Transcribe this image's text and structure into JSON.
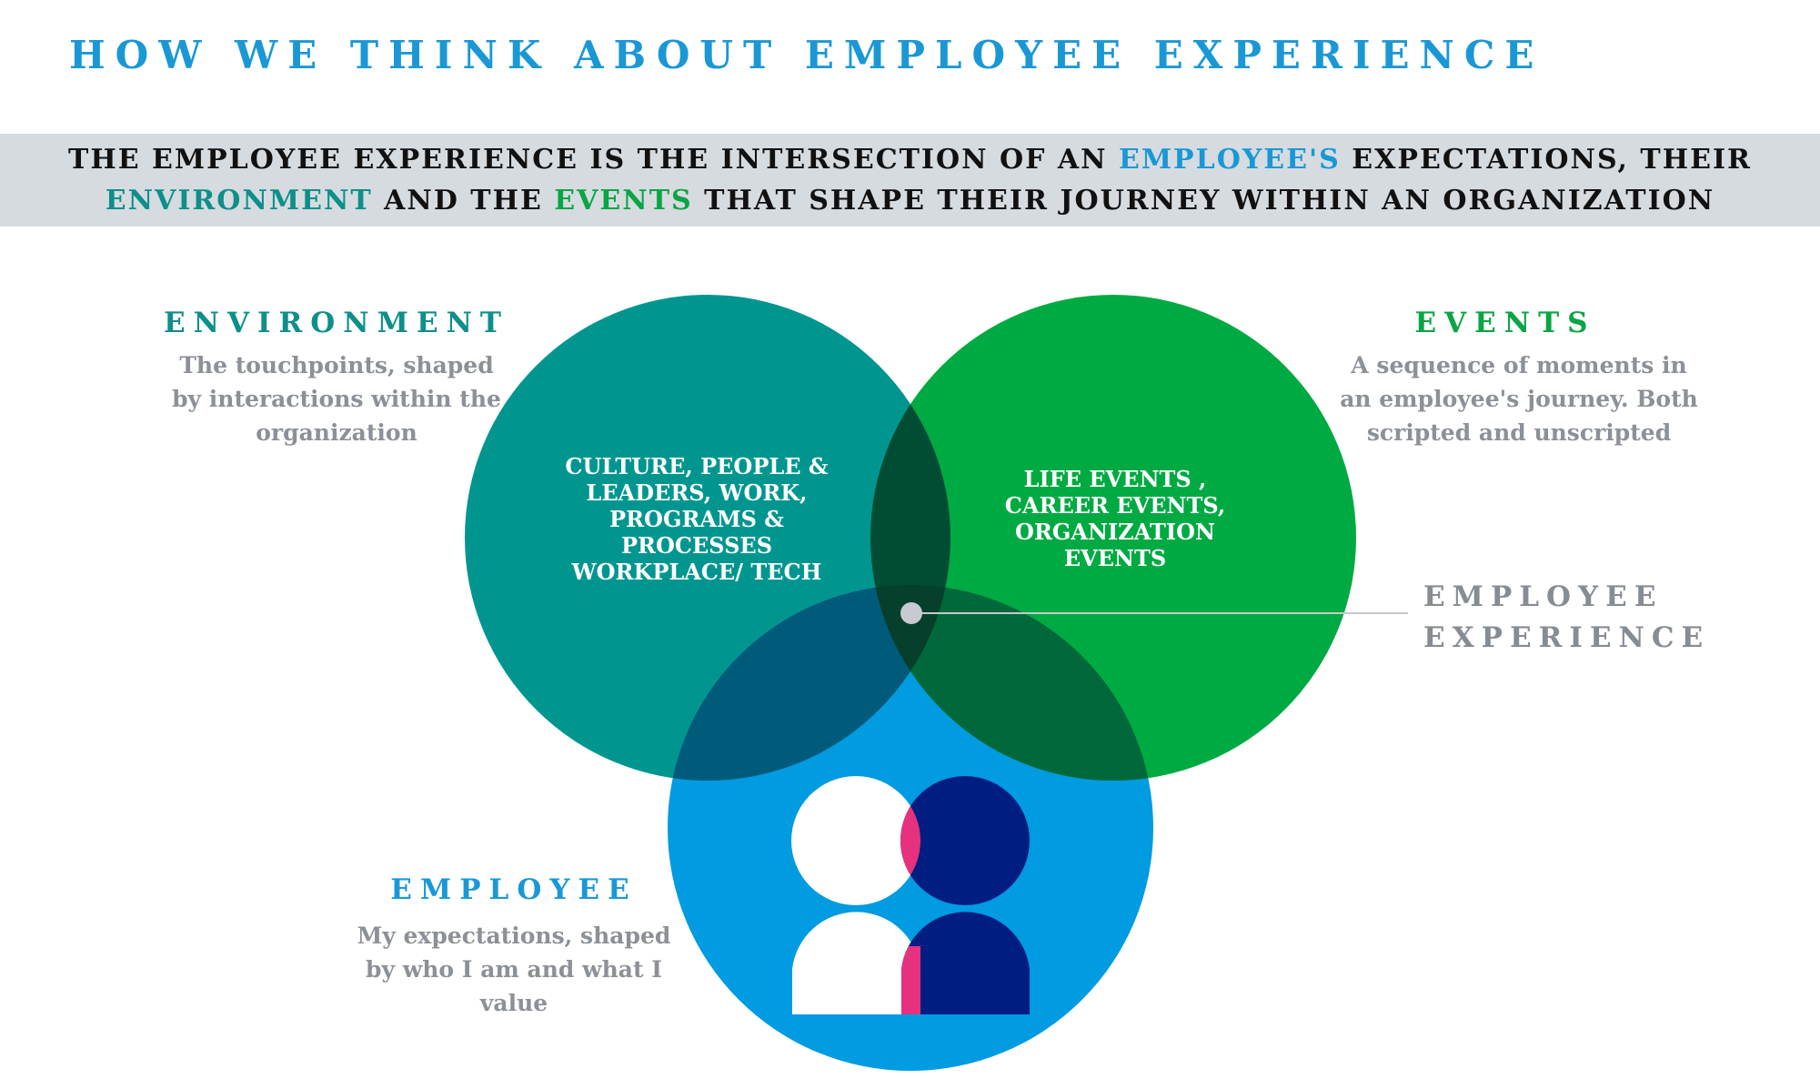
{
  "title": "HOW WE THINK ABOUT EMPLOYEE EXPERIENCE",
  "banner": {
    "line1_a": "THE EMPLOYEE EXPERIENCE IS THE INTERSECTION OF AN ",
    "line1_kw": "EMPLOYEE'S",
    "line1_b": " EXPECTATIONS, THEIR",
    "line2_kw1": "ENVIRONMENT",
    "line2_a": " AND THE ",
    "line2_kw2": "EVENTS",
    "line2_b": " THAT SHAPE THEIR JOURNEY WITHIN AN ORGANIZATION"
  },
  "environment": {
    "heading": "ENVIRONMENT",
    "description": "The touchpoints, shaped by interactions within the organization",
    "circle_text": "CULTURE, PEOPLE & LEADERS, WORK, PROGRAMS & PROCESSES WORKPLACE/ TECH"
  },
  "events": {
    "heading": "EVENTS",
    "description": "A sequence of moments in an employee's journey. Both scripted and unscripted",
    "circle_text": "LIFE EVENTS , CAREER EVENTS, ORGANIZATION EVENTS"
  },
  "employee": {
    "heading": "EMPLOYEE",
    "description": "My expectations, shaped by who I am and what I value"
  },
  "callout": {
    "line1": "EMPLOYEE",
    "line2": "EXPERIENCE"
  },
  "colors": {
    "environment": "#00968f",
    "events": "#00aa42",
    "employee": "#009be0",
    "env_emp_overlap": "#005b7a",
    "env_evt_overlap": "#004d34",
    "evt_emp_overlap": "#00683a",
    "center": "#063f2b",
    "person_left": "#ffffff",
    "person_right": "#001e82",
    "person_overlap": "#e6317e"
  },
  "icons": [
    "two-person-icon",
    "callout-dot-icon"
  ]
}
